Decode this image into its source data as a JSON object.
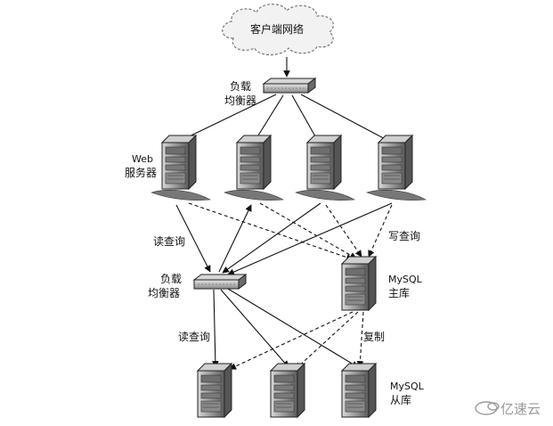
{
  "nodes": {
    "cloud": "客户端网络",
    "lb_top": [
      "负载",
      "均衡器"
    ],
    "web_servers": [
      "Web",
      "服务器"
    ],
    "lb_mid": [
      "负载",
      "均衡器"
    ],
    "mysql_master": [
      "MySQL",
      "主库"
    ],
    "mysql_slaves": [
      "MySQL",
      "从库"
    ]
  },
  "edges": {
    "read_query_upper": "读查询",
    "write_query": "写查询",
    "read_query_lower": "读查询",
    "replication": "复制"
  },
  "watermark": "亿速云"
}
